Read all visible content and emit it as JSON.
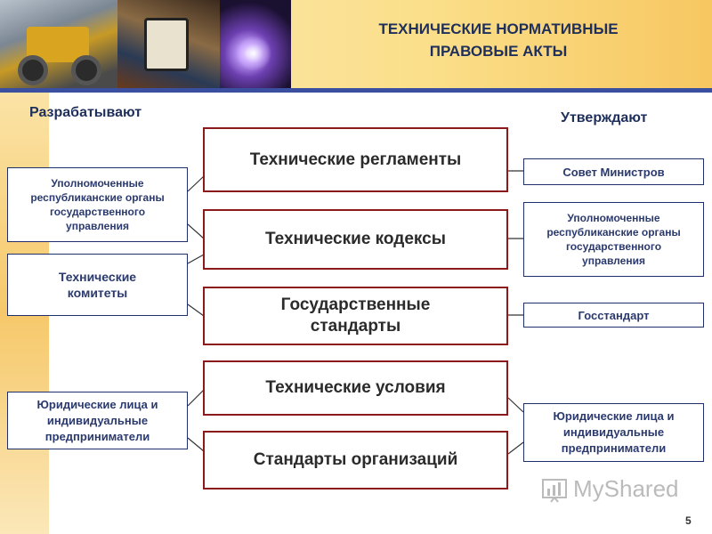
{
  "title": "ТЕХНИЧЕСКИЕ НОРМАТИВНЫЕ ПРАВОВЫЕ АКТЫ",
  "columns": {
    "left": "Разрабатывают",
    "right": "Утверждают"
  },
  "center": [
    "Технические регламенты",
    "Технические кодексы",
    "Государственные стандарты",
    "Технические условия",
    "Стандарты организаций"
  ],
  "left_boxes": [
    "Уполномоченные республиканские органы государственного управления",
    "Технические комитеты",
    "Юридические лица и индивидуальные предприниматели"
  ],
  "right_boxes": [
    "Совет Министров",
    "Уполномоченные республиканские органы государственного управления",
    "Госстандарт",
    "Юридические лица и индивидуальные предприниматели"
  ],
  "watermark": "MyShared",
  "page_number": "5",
  "colors": {
    "title": "#1f2f5c",
    "center_border": "#8b1a1a",
    "side_border": "#1f2f6b",
    "header_rule": "#3a4fa0"
  }
}
